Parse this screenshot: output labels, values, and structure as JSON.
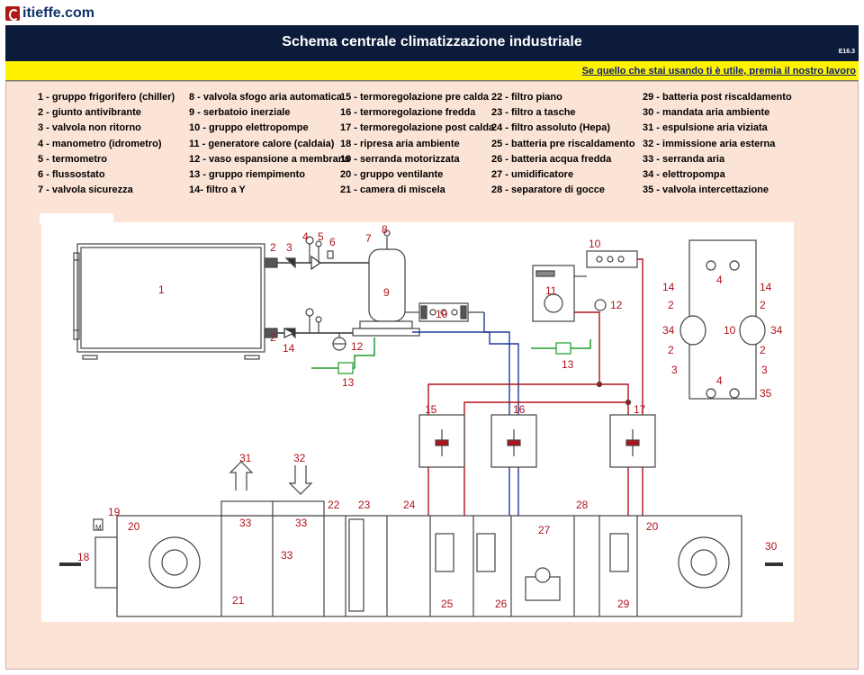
{
  "header": {
    "brand": "itieffe.com",
    "title": "Schema centrale climatizzazione industriale",
    "code": "E16.3",
    "promo_link": "Se quello che stai usando ti è utile, premia il nostro lavoro"
  },
  "legend": {
    "col1": [
      "1 - gruppo frigorifero (chiller)",
      "2 - giunto antivibrante",
      "3 - valvola non ritorno",
      "4 - manometro (idrometro)",
      "5 - termometro",
      "6 - flussostato",
      "7 - valvola sicurezza"
    ],
    "col2": [
      "8 - valvola sfogo aria automatica",
      "9 - serbatoio inerziale",
      "10 - gruppo elettropompe",
      "11 - generatore calore (caldaia)",
      "12 - vaso espansione a membrana",
      "13 - gruppo riempimento",
      "14- filtro a Y"
    ],
    "col3": [
      "15 - termoregolazione pre calda",
      "16 - termoregolazione fredda",
      "17 - termoregolazione post calda",
      "18 - ripresa aria ambiente",
      "19 - serranda motorizzata",
      "20 - gruppo ventilante",
      "21 - camera di miscela"
    ],
    "col4": [
      "22 - filtro piano",
      "23 - filtro a tasche",
      "24 - filtro assoluto (Hepa)",
      "25 - batteria pre riscaldamento",
      "26 - batteria acqua fredda",
      "27 - umidificatore",
      "28 - separatore di gocce"
    ],
    "col5": [
      "29 - batteria post riscaldamento",
      "30 - mandata aria ambiente",
      "31 - espulsione aria viziata",
      "32 - immissione aria esterna",
      "33 - serranda aria",
      "34 - elettropompa",
      "35 - valvola intercettazione"
    ]
  },
  "diagram": {
    "labels": {
      "n1": "1",
      "n2a": "2",
      "n2b": "2",
      "n3": "3",
      "n4": "4",
      "n5": "5",
      "n6": "6",
      "n7": "7",
      "n8": "8",
      "n9": "9",
      "n10a": "10",
      "n11": "11",
      "n12a": "12",
      "n12b": "12",
      "n13a": "13",
      "n13b": "13",
      "n14": "14",
      "n15": "15",
      "n16": "16",
      "n17": "17",
      "n18": "18",
      "n19": "19",
      "n20a": "20",
      "n20b": "20",
      "n21": "21",
      "n22": "22",
      "n23": "23",
      "n24": "24",
      "n25": "25",
      "n26": "26",
      "n27": "27",
      "n28": "28",
      "n29": "29",
      "n30": "30",
      "n31": "31",
      "n32": "32",
      "n33a": "33",
      "n33b": "33",
      "n33c": "33",
      "n10b": "10",
      "n10c": "10",
      "n4p": "4",
      "n4q": "4",
      "n14p": "14",
      "n14q": "14",
      "n2p": "2",
      "n2q": "2",
      "n2r": "2",
      "n2s": "2",
      "n34p": "34",
      "n34q": "34",
      "n3p": "3",
      "n3q": "3",
      "n35": "35",
      "motor": "M"
    },
    "colors": {
      "chilled": "#1f3a93",
      "hot": "#b3121b",
      "fill": "#1e9b2e",
      "line": "#444444"
    }
  }
}
